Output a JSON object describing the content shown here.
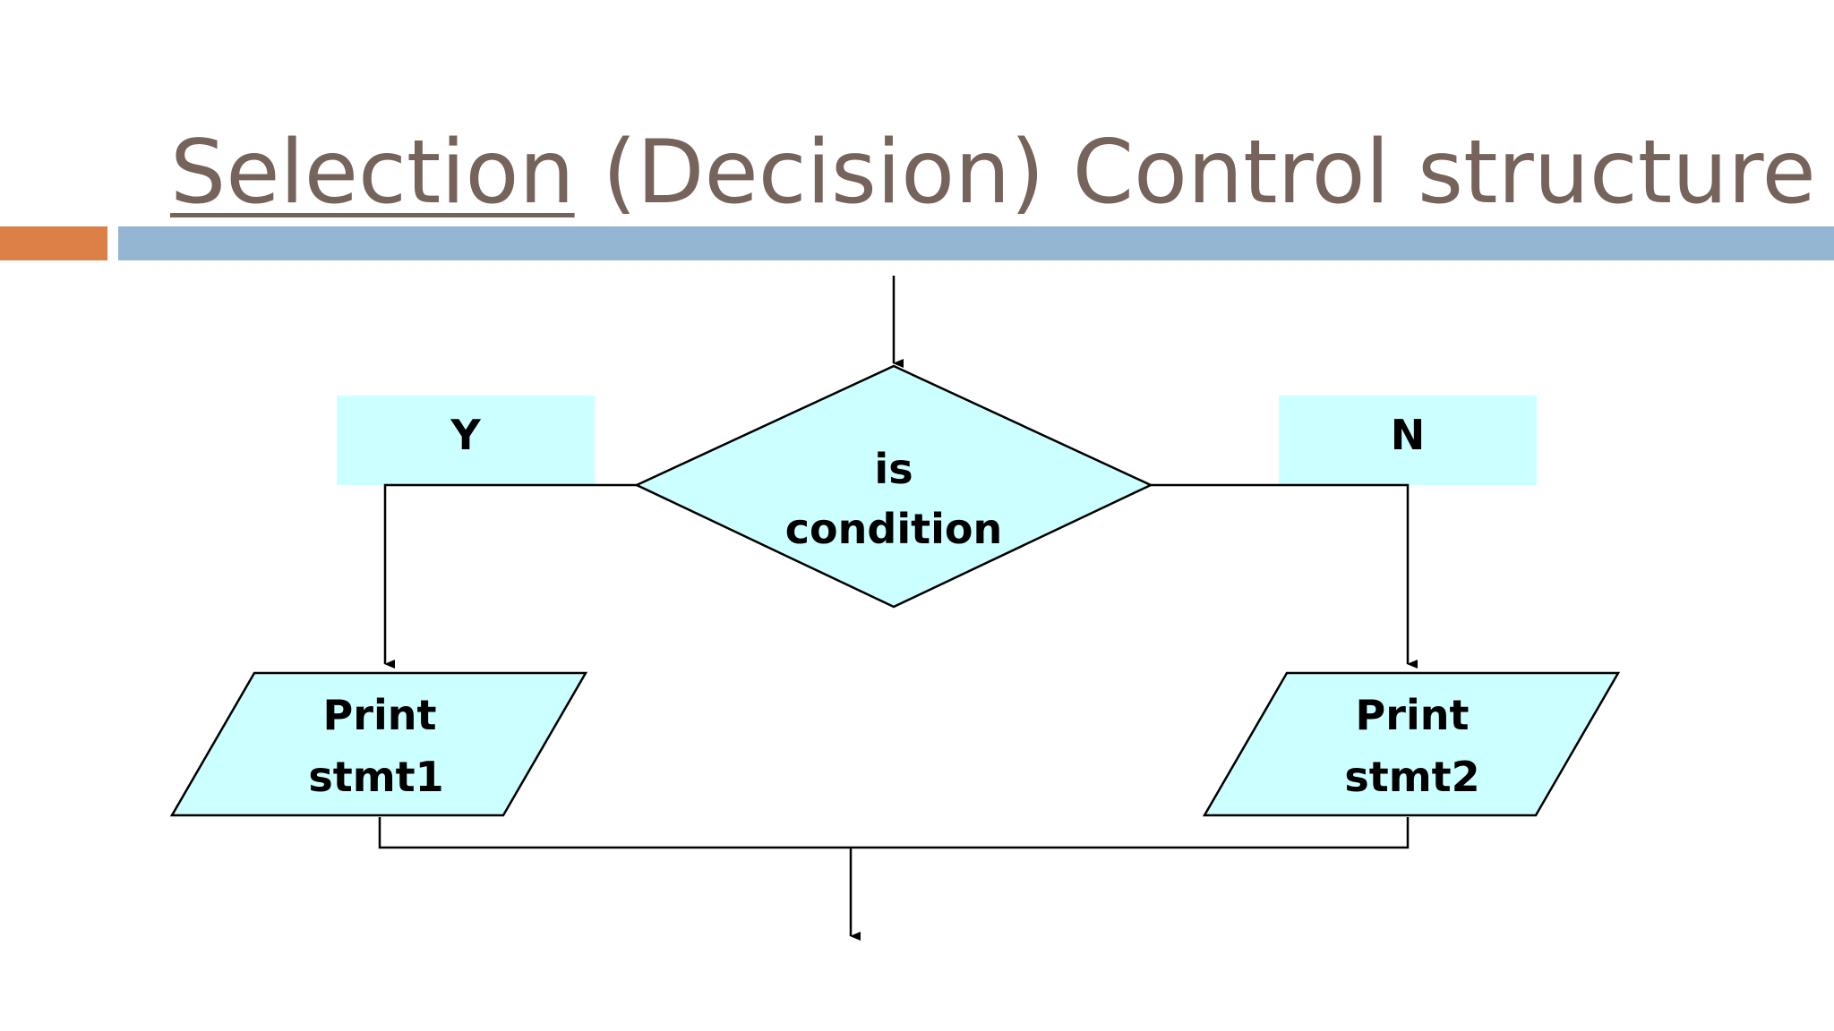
{
  "slide": {
    "title_underlined": "Selection",
    "title_rest": " (Decision) Control structure"
  },
  "flowchart": {
    "decision": {
      "line1": "is",
      "line2": "condition"
    },
    "yes_label": "Y",
    "no_label": "N",
    "left_output": {
      "line1": "Print",
      "line2": "stmt1"
    },
    "right_output": {
      "line1": "Print",
      "line2": "stmt2"
    }
  },
  "colors": {
    "title": "#76635b",
    "accent_orange": "#dd8047",
    "accent_blue": "#94b6d2",
    "shape_fill": "#ccffff",
    "line": "#000000"
  }
}
